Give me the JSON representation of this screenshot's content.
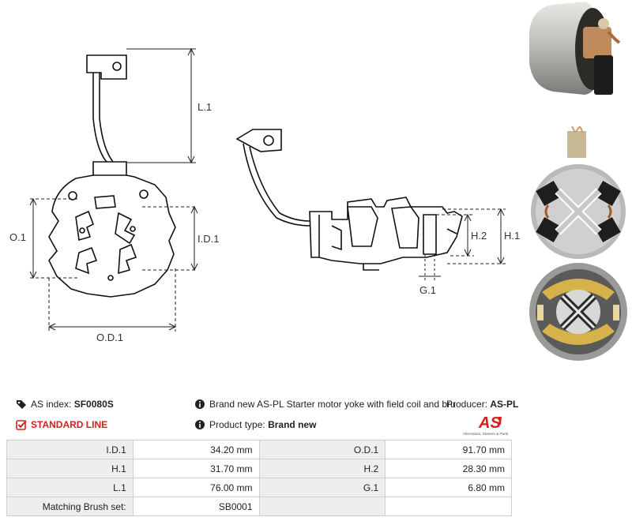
{
  "diagram": {
    "labels": {
      "l1": "L.1",
      "o1": "O.1",
      "id1": "I.D.1",
      "od1": "O.D.1",
      "h2": "H.2",
      "h1": "H.1",
      "g1": "G.1"
    }
  },
  "photos": [
    "motor-yoke-side-photo",
    "brush-holder-top-photo",
    "field-coil-photo"
  ],
  "info": {
    "as_index_label": "AS index:",
    "as_index_value": "SF0080S",
    "description": "Brand new AS-PL Starter motor yoke with field coil and bru",
    "producer_label": "Producer:",
    "producer_value": "AS-PL",
    "standard_line": "STANDARD LINE",
    "product_type_label": "Product type:",
    "product_type_value": "Brand new",
    "logo_text": "AS",
    "logo_subtext": "Alternators, Starters & Parts"
  },
  "specs": {
    "rows": [
      {
        "l1": "I.D.1",
        "v1": "34.20 mm",
        "l2": "O.D.1",
        "v2": "91.70 mm"
      },
      {
        "l1": "H.1",
        "v1": "31.70 mm",
        "l2": "H.2",
        "v2": "28.30 mm"
      },
      {
        "l1": "L.1",
        "v1": "76.00 mm",
        "l2": "G.1",
        "v2": "6.80 mm"
      },
      {
        "l1": "Matching Brush set:",
        "v1": "SB0001",
        "l2": "",
        "v2": ""
      }
    ]
  },
  "colors": {
    "accent_red": "#d61e1e",
    "table_label_bg": "#eeeeee",
    "border": "#cfcfcf"
  }
}
